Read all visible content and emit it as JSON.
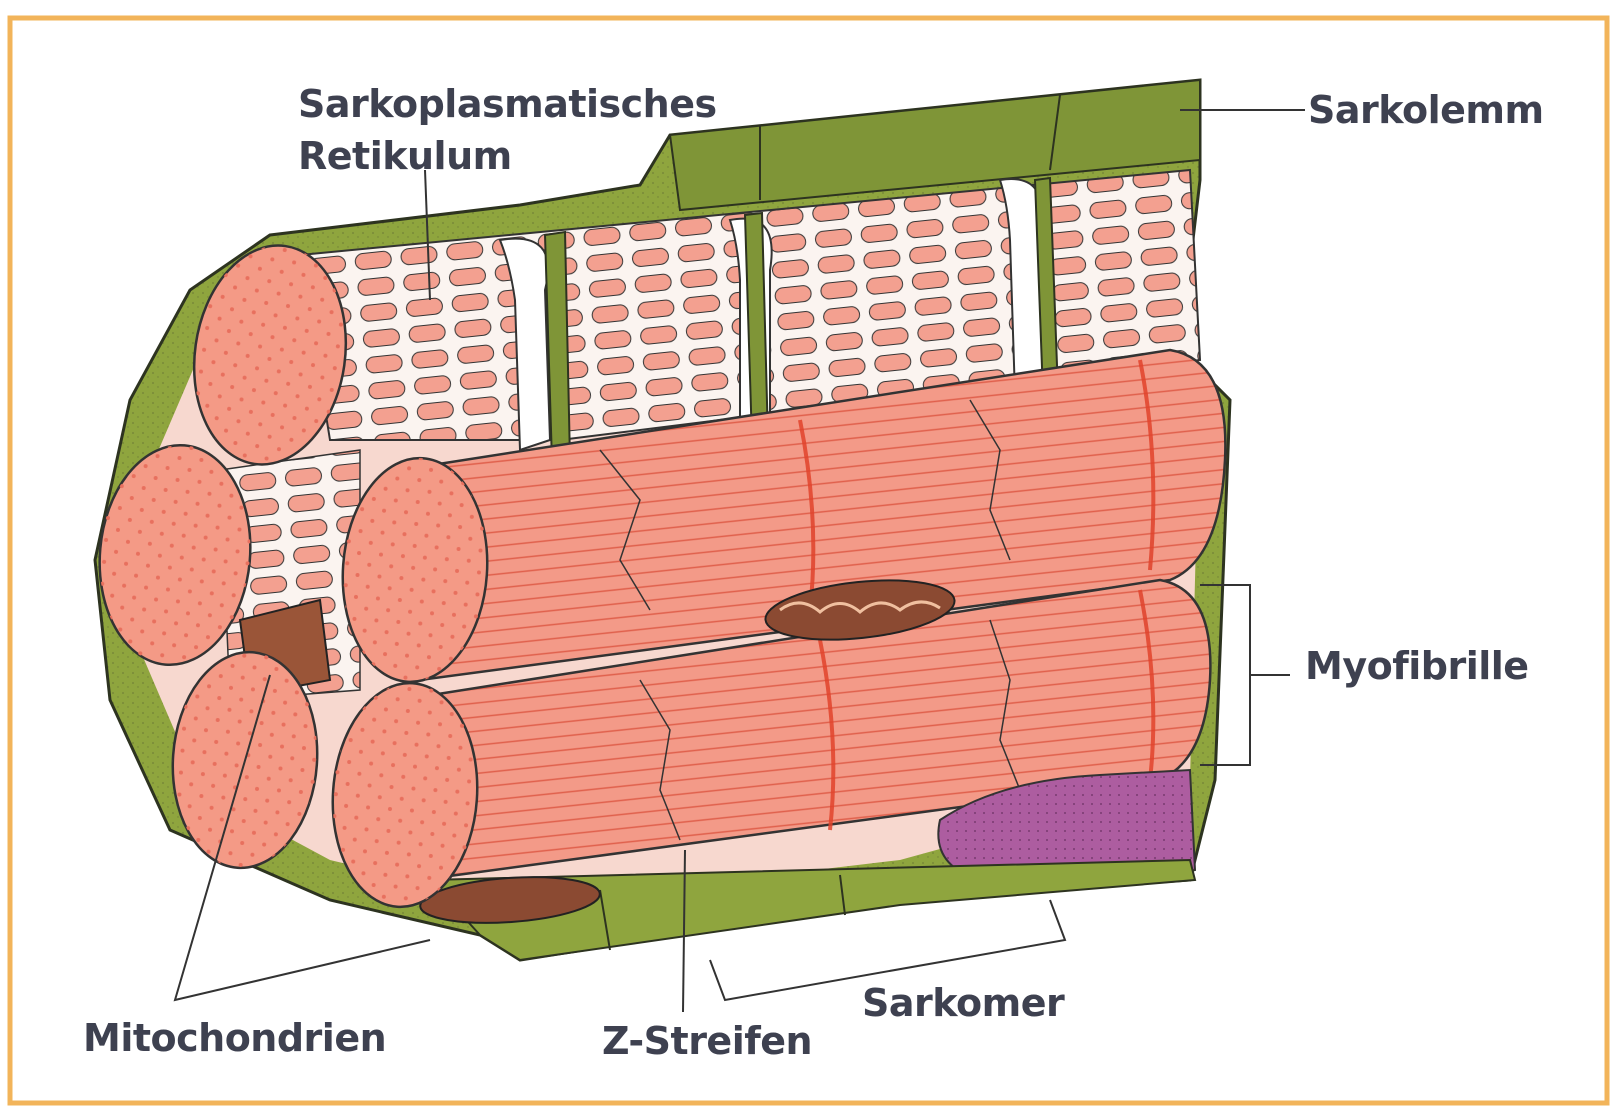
{
  "labels": {
    "sarkoplasmatisches_line1": "Sarkoplasmatisches",
    "sarkoplasmatisches_line2": "Retikulum",
    "sarkolemm": "Sarkolemm",
    "myofibrille": "Myofibrille",
    "mitochondrien": "Mitochondrien",
    "z_streifen": "Z-Streifen",
    "sarkomer": "Sarkomer"
  },
  "colors": {
    "border": "#f2b45a",
    "sarkolemm_green": "#8a9f3c",
    "myofibril_pink": "#f59a8a",
    "myofibril_stripe": "#e0432c",
    "reticulum_white": "#fbf3ef",
    "mitochondria_brown": "#8b4a32",
    "nucleus_purple": "#a85a9a",
    "label_text": "#3e4150"
  }
}
